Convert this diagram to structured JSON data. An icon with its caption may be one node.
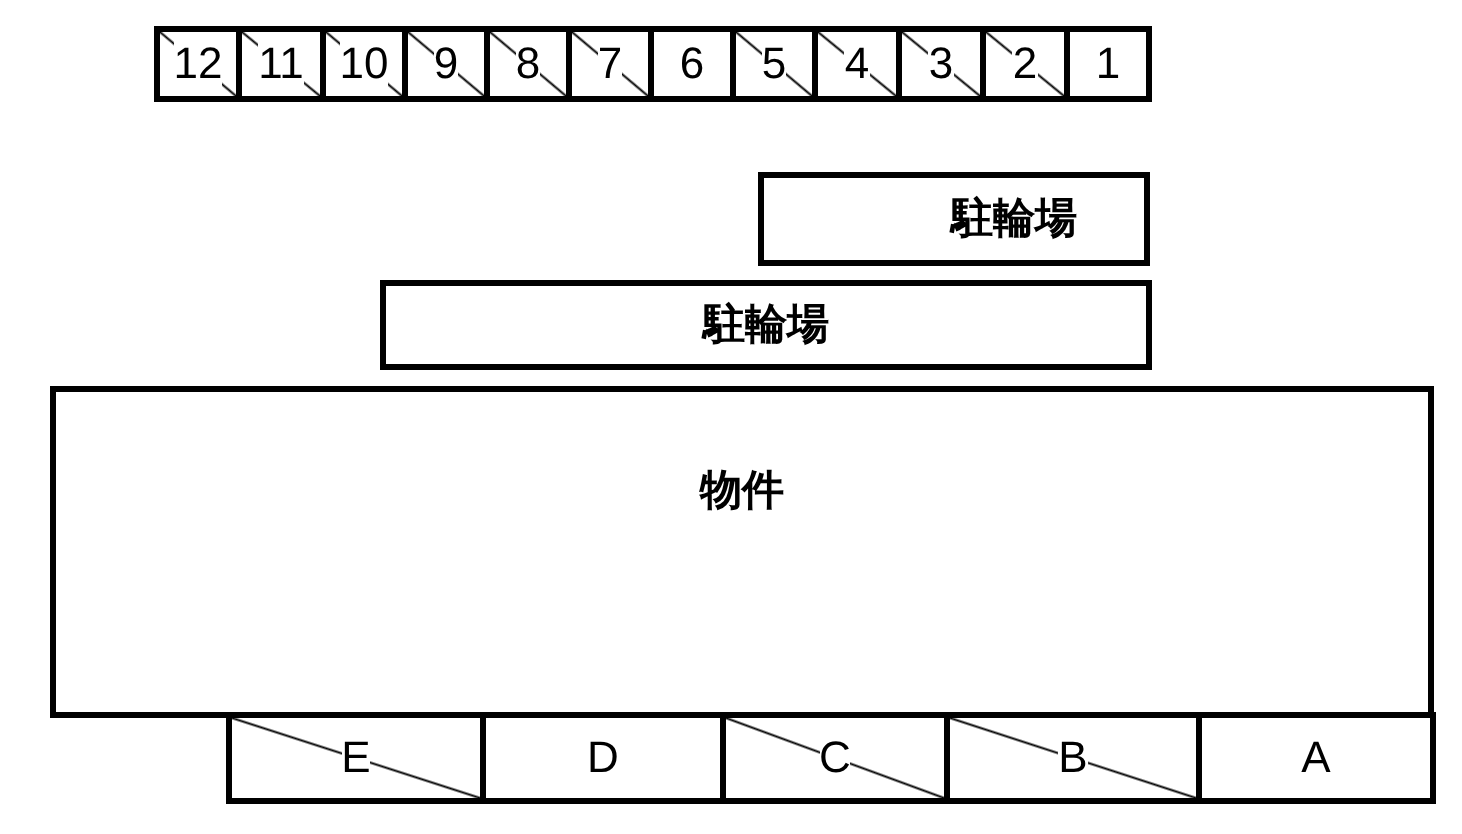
{
  "diagram": {
    "nodes": [
      {
        "text": [
          "12"
        ]
      },
      {
        "text": [
          "11"
        ]
      },
      {
        "text": [
          "10"
        ]
      },
      {
        "text": [
          "9"
        ]
      },
      {
        "text": [
          "8"
        ]
      },
      {
        "text": [
          "7"
        ]
      },
      {
        "text": [
          "6"
        ]
      },
      {
        "text": [
          "5"
        ]
      },
      {
        "text": [
          "4"
        ]
      },
      {
        "text": [
          "3"
        ]
      },
      {
        "text": [
          "2"
        ]
      },
      {
        "text": [
          "1"
        ]
      },
      {
        "text": [
          "駐輪場"
        ]
      },
      {
        "text": [
          "駐輪場"
        ]
      },
      {
        "text": [
          "物件"
        ]
      },
      {
        "text": [
          "E"
        ]
      },
      {
        "text": [
          "D"
        ]
      },
      {
        "text": [
          "C"
        ]
      },
      {
        "text": [
          "B"
        ]
      },
      {
        "text": [
          "A"
        ]
      }
    ]
  }
}
